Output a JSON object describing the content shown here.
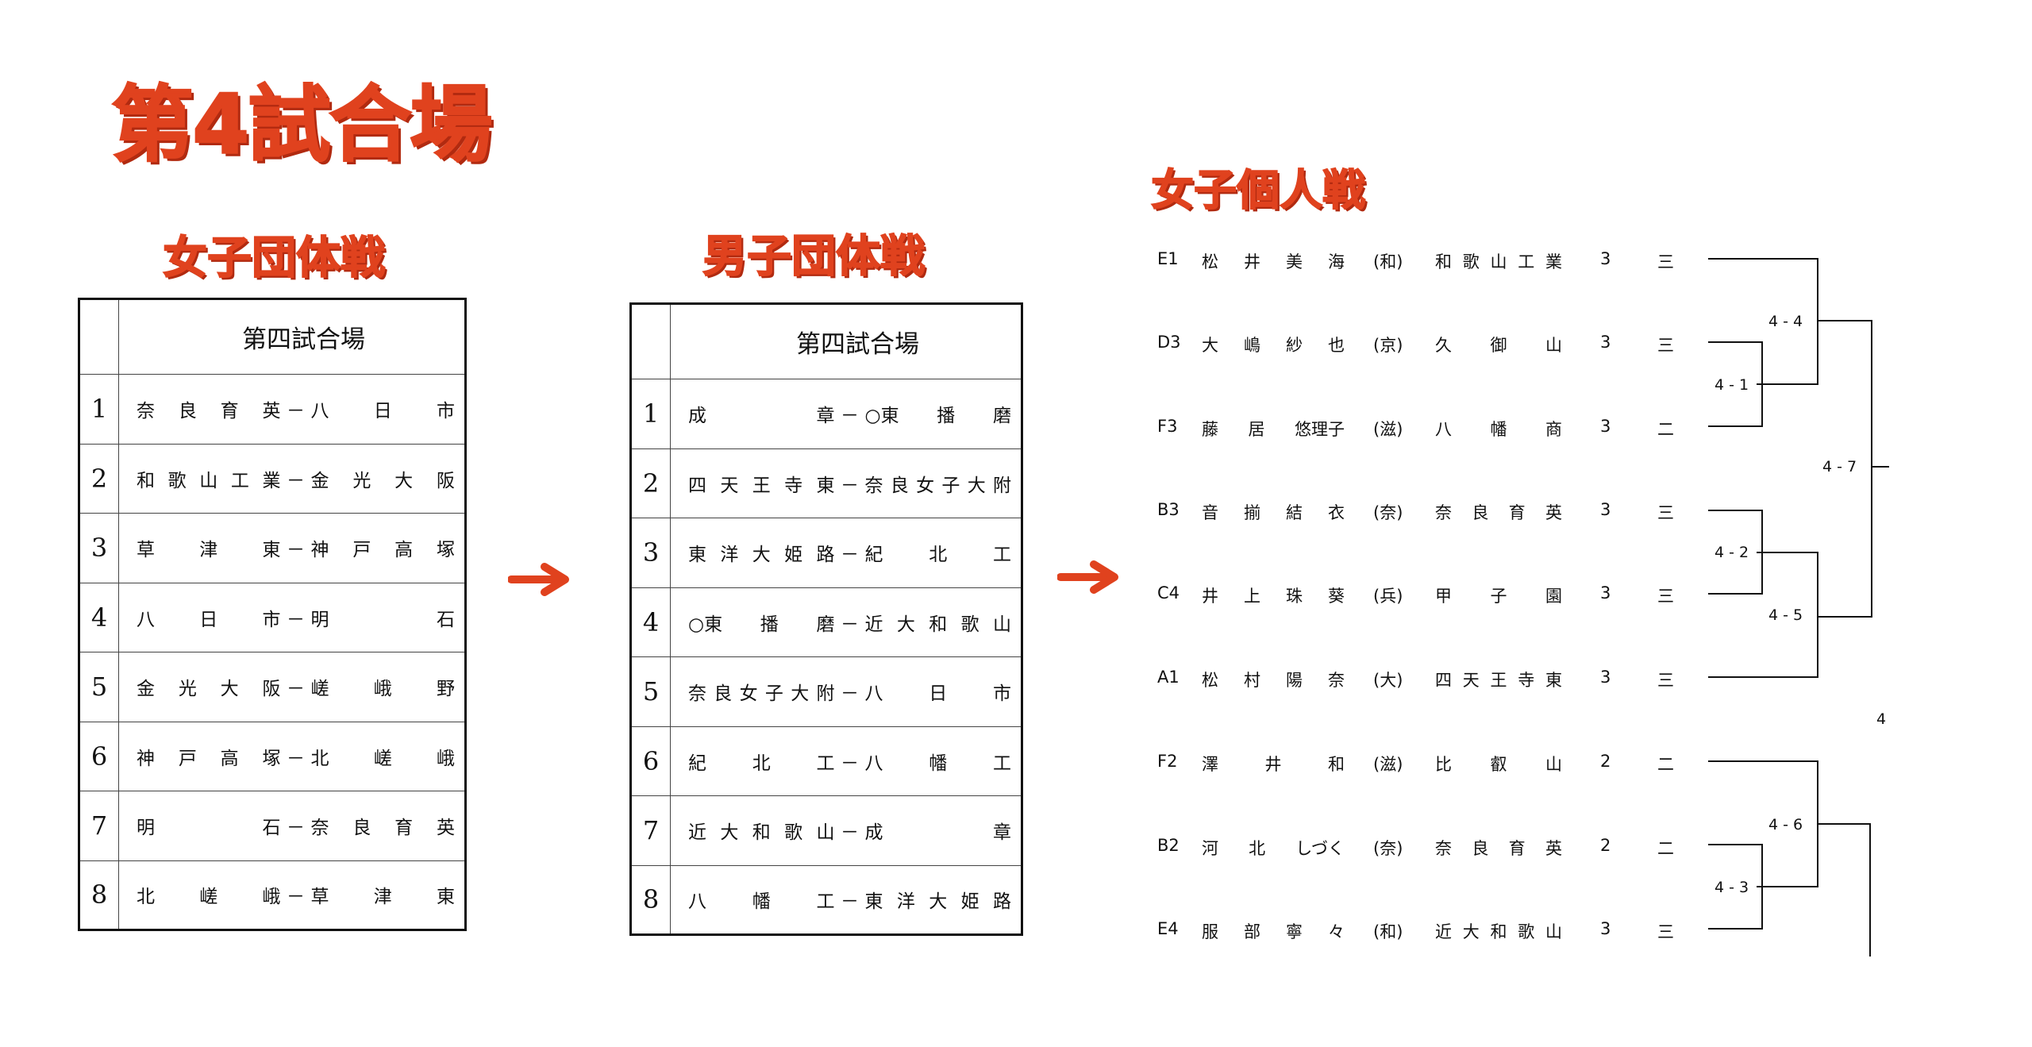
{
  "venue_title": "第4試合場",
  "girls_team": {
    "title": "女子団体戦",
    "table_header": "第四試合場",
    "matches": [
      {
        "no": "1",
        "a": [
          "奈",
          "良",
          "育",
          "英"
        ],
        "b": [
          "八",
          "日",
          "市"
        ]
      },
      {
        "no": "2",
        "a": [
          "和",
          "歌",
          "山",
          "工",
          "業"
        ],
        "b": [
          "金",
          "光",
          "大",
          "阪"
        ]
      },
      {
        "no": "3",
        "a": [
          "草",
          "津",
          "東"
        ],
        "b": [
          "神",
          "戸",
          "高",
          "塚"
        ]
      },
      {
        "no": "4",
        "a": [
          "八",
          "日",
          "市"
        ],
        "b": [
          "明",
          "石"
        ]
      },
      {
        "no": "5",
        "a": [
          "金",
          "光",
          "大",
          "阪"
        ],
        "b": [
          "嵯",
          "峨",
          "野"
        ]
      },
      {
        "no": "6",
        "a": [
          "神",
          "戸",
          "高",
          "塚"
        ],
        "b": [
          "北",
          "嵯",
          "峨"
        ]
      },
      {
        "no": "7",
        "a": [
          "明",
          "石"
        ],
        "b": [
          "奈",
          "良",
          "育",
          "英"
        ]
      },
      {
        "no": "8",
        "a": [
          "北",
          "嵯",
          "峨"
        ],
        "b": [
          "草",
          "津",
          "東"
        ]
      }
    ]
  },
  "boys_team": {
    "title": "男子団体戦",
    "table_header": "第四試合場",
    "matches": [
      {
        "no": "1",
        "a": [
          "成",
          "章"
        ],
        "b": [
          "○東",
          "播",
          "磨"
        ]
      },
      {
        "no": "2",
        "a": [
          "四",
          "天",
          "王",
          "寺",
          "東"
        ],
        "b": [
          "奈",
          "良",
          "女",
          "子",
          "大",
          "附"
        ]
      },
      {
        "no": "3",
        "a": [
          "東",
          "洋",
          "大",
          "姫",
          "路"
        ],
        "b": [
          "紀",
          "北",
          "工"
        ]
      },
      {
        "no": "4",
        "a": [
          "○東",
          "播",
          "磨"
        ],
        "b": [
          "近",
          "大",
          "和",
          "歌",
          "山"
        ]
      },
      {
        "no": "5",
        "a": [
          "奈",
          "良",
          "女",
          "子",
          "大",
          "附"
        ],
        "b": [
          "八",
          "日",
          "市"
        ]
      },
      {
        "no": "6",
        "a": [
          "紀",
          "北",
          "工"
        ],
        "b": [
          "八",
          "幡",
          "工"
        ]
      },
      {
        "no": "7",
        "a": [
          "近",
          "大",
          "和",
          "歌",
          "山"
        ],
        "b": [
          "成",
          "章"
        ]
      },
      {
        "no": "8",
        "a": [
          "八",
          "幡",
          "工"
        ],
        "b": [
          "東",
          "洋",
          "大",
          "姫",
          "路"
        ]
      }
    ]
  },
  "girls_individual": {
    "title": "女子個人戦",
    "players": [
      {
        "seed": "E1",
        "name": [
          "松",
          "井",
          "美",
          "海"
        ],
        "pref": "(和)",
        "school": [
          "和",
          "歌",
          "山",
          "工",
          "業"
        ],
        "grade": "3",
        "rank": "三"
      },
      {
        "seed": "D3",
        "name": [
          "大",
          "嶋",
          "紗",
          "也"
        ],
        "pref": "(京)",
        "school": [
          "久",
          "御",
          "山"
        ],
        "grade": "3",
        "rank": "三"
      },
      {
        "seed": "F3",
        "name": [
          "藤",
          "居",
          "悠理子"
        ],
        "pref": "(滋)",
        "school": [
          "八",
          "幡",
          "商"
        ],
        "grade": "3",
        "rank": "二"
      },
      {
        "seed": "B3",
        "name": [
          "音",
          "揃",
          "結",
          "衣"
        ],
        "pref": "(奈)",
        "school": [
          "奈",
          "良",
          "育",
          "英"
        ],
        "grade": "3",
        "rank": "三"
      },
      {
        "seed": "C4",
        "name": [
          "井",
          "上",
          "珠",
          "葵"
        ],
        "pref": "(兵)",
        "school": [
          "甲",
          "子",
          "園"
        ],
        "grade": "3",
        "rank": "三"
      },
      {
        "seed": "A1",
        "name": [
          "松",
          "村",
          "陽",
          "奈"
        ],
        "pref": "(大)",
        "school": [
          "四",
          "天",
          "王",
          "寺",
          "東"
        ],
        "grade": "3",
        "rank": "三"
      },
      {
        "seed": "F2",
        "name": [
          "澤",
          "井",
          "和"
        ],
        "pref": "(滋)",
        "school": [
          "比",
          "叡",
          "山"
        ],
        "grade": "2",
        "rank": "二"
      },
      {
        "seed": "B2",
        "name": [
          "河",
          "北",
          "しづく"
        ],
        "pref": "(奈)",
        "school": [
          "奈",
          "良",
          "育",
          "英"
        ],
        "grade": "2",
        "rank": "二"
      },
      {
        "seed": "E4",
        "name": [
          "服",
          "部",
          "寧",
          "々"
        ],
        "pref": "(和)",
        "school": [
          "近",
          "大",
          "和",
          "歌",
          "山"
        ],
        "grade": "3",
        "rank": "三"
      }
    ],
    "bracket_labels": [
      "4 - 4",
      "4 - 1",
      "4 - 7",
      "4 - 2",
      "4 - 5",
      "4",
      "4 - 6",
      "4 - 3"
    ]
  },
  "colors": {
    "title_red": "#e0421e",
    "title_shadow": "#b12a10",
    "line": "#111111"
  },
  "icons": [
    "right-arrow-icon",
    "right-arrow-icon"
  ]
}
